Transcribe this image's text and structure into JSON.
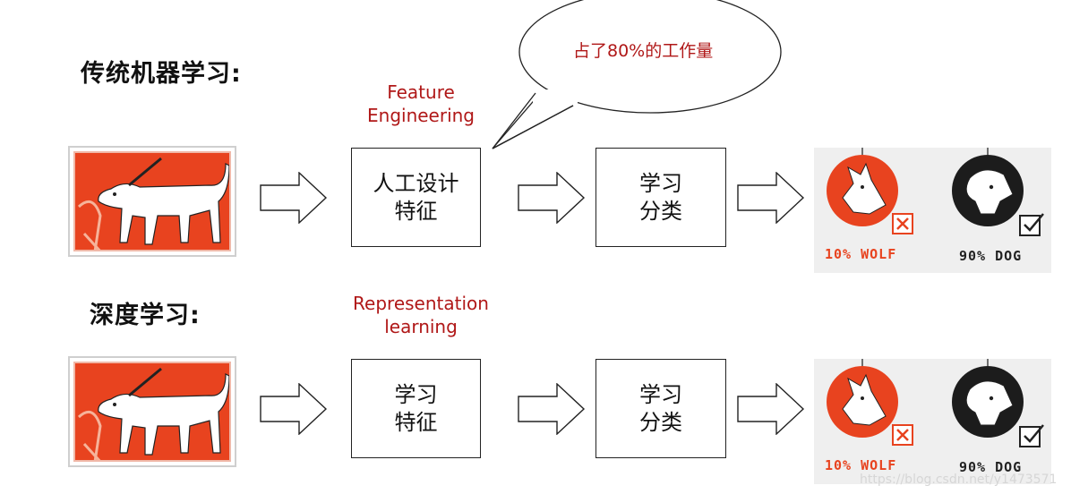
{
  "traditional": {
    "heading": "传统机器学习:",
    "label_line1": "Feature",
    "label_line2": "Engineering",
    "box1": "人工设计\n特征",
    "box2": "学习\n分类",
    "bubble": "占了80%的工作量",
    "wolf_label": "10% WOLF",
    "dog_label": "90% DOG"
  },
  "deep": {
    "heading": "深度学习:",
    "label_line1": "Representation",
    "label_line2": "learning",
    "box1": "学习\n特征",
    "box2": "学习\n分类",
    "wolf_label": "10% WOLF",
    "dog_label": "90% DOG"
  },
  "colors": {
    "accent_red": "#e8431f",
    "label_red": "#b01818"
  },
  "icons": [
    "dog-photo",
    "right-arrow-icon",
    "wolf-icon",
    "dog-icon",
    "cross-checkbox-icon",
    "check-checkbox-icon"
  ],
  "watermark": "https://blog.csdn.net/y1473571"
}
